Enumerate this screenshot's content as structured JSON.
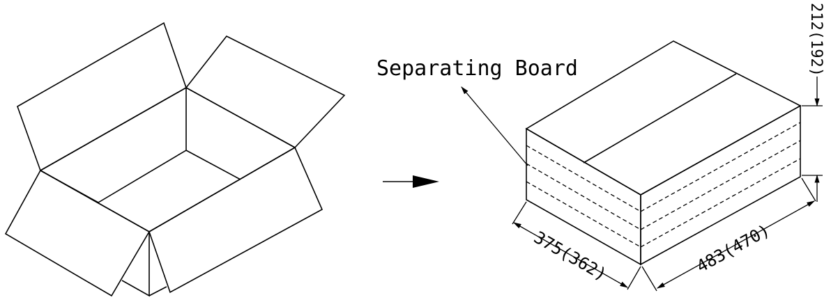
{
  "labels": {
    "separating_board": "Separating Board",
    "width_dim": "375(362)",
    "length_dim": "483(470)",
    "height_dim": "212(192)"
  },
  "colors": {
    "line": "#000000",
    "background": "#ffffff"
  }
}
